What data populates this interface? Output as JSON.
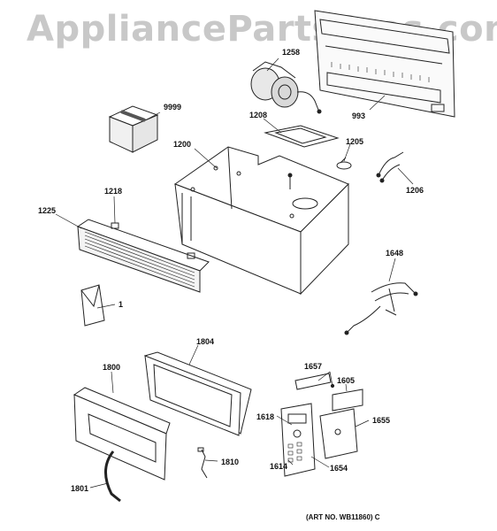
{
  "watermark": "AppliancePartsPros.com",
  "art_number": "(ART NO. WB11860) C",
  "parts": {
    "p1258": "1258",
    "p9999": "9999",
    "p993": "993",
    "p1208": "1208",
    "p1200": "1200",
    "p1205": "1205",
    "p1206": "1206",
    "p1218": "1218",
    "p1225": "1225",
    "p1648": "1648",
    "p1": "1",
    "p1804": "1804",
    "p1800": "1800",
    "p1657": "1657",
    "p1605": "1605",
    "p1618": "1618",
    "p1655": "1655",
    "p1614": "1614",
    "p1654": "1654",
    "p1810": "1810",
    "p1801": "1801"
  }
}
